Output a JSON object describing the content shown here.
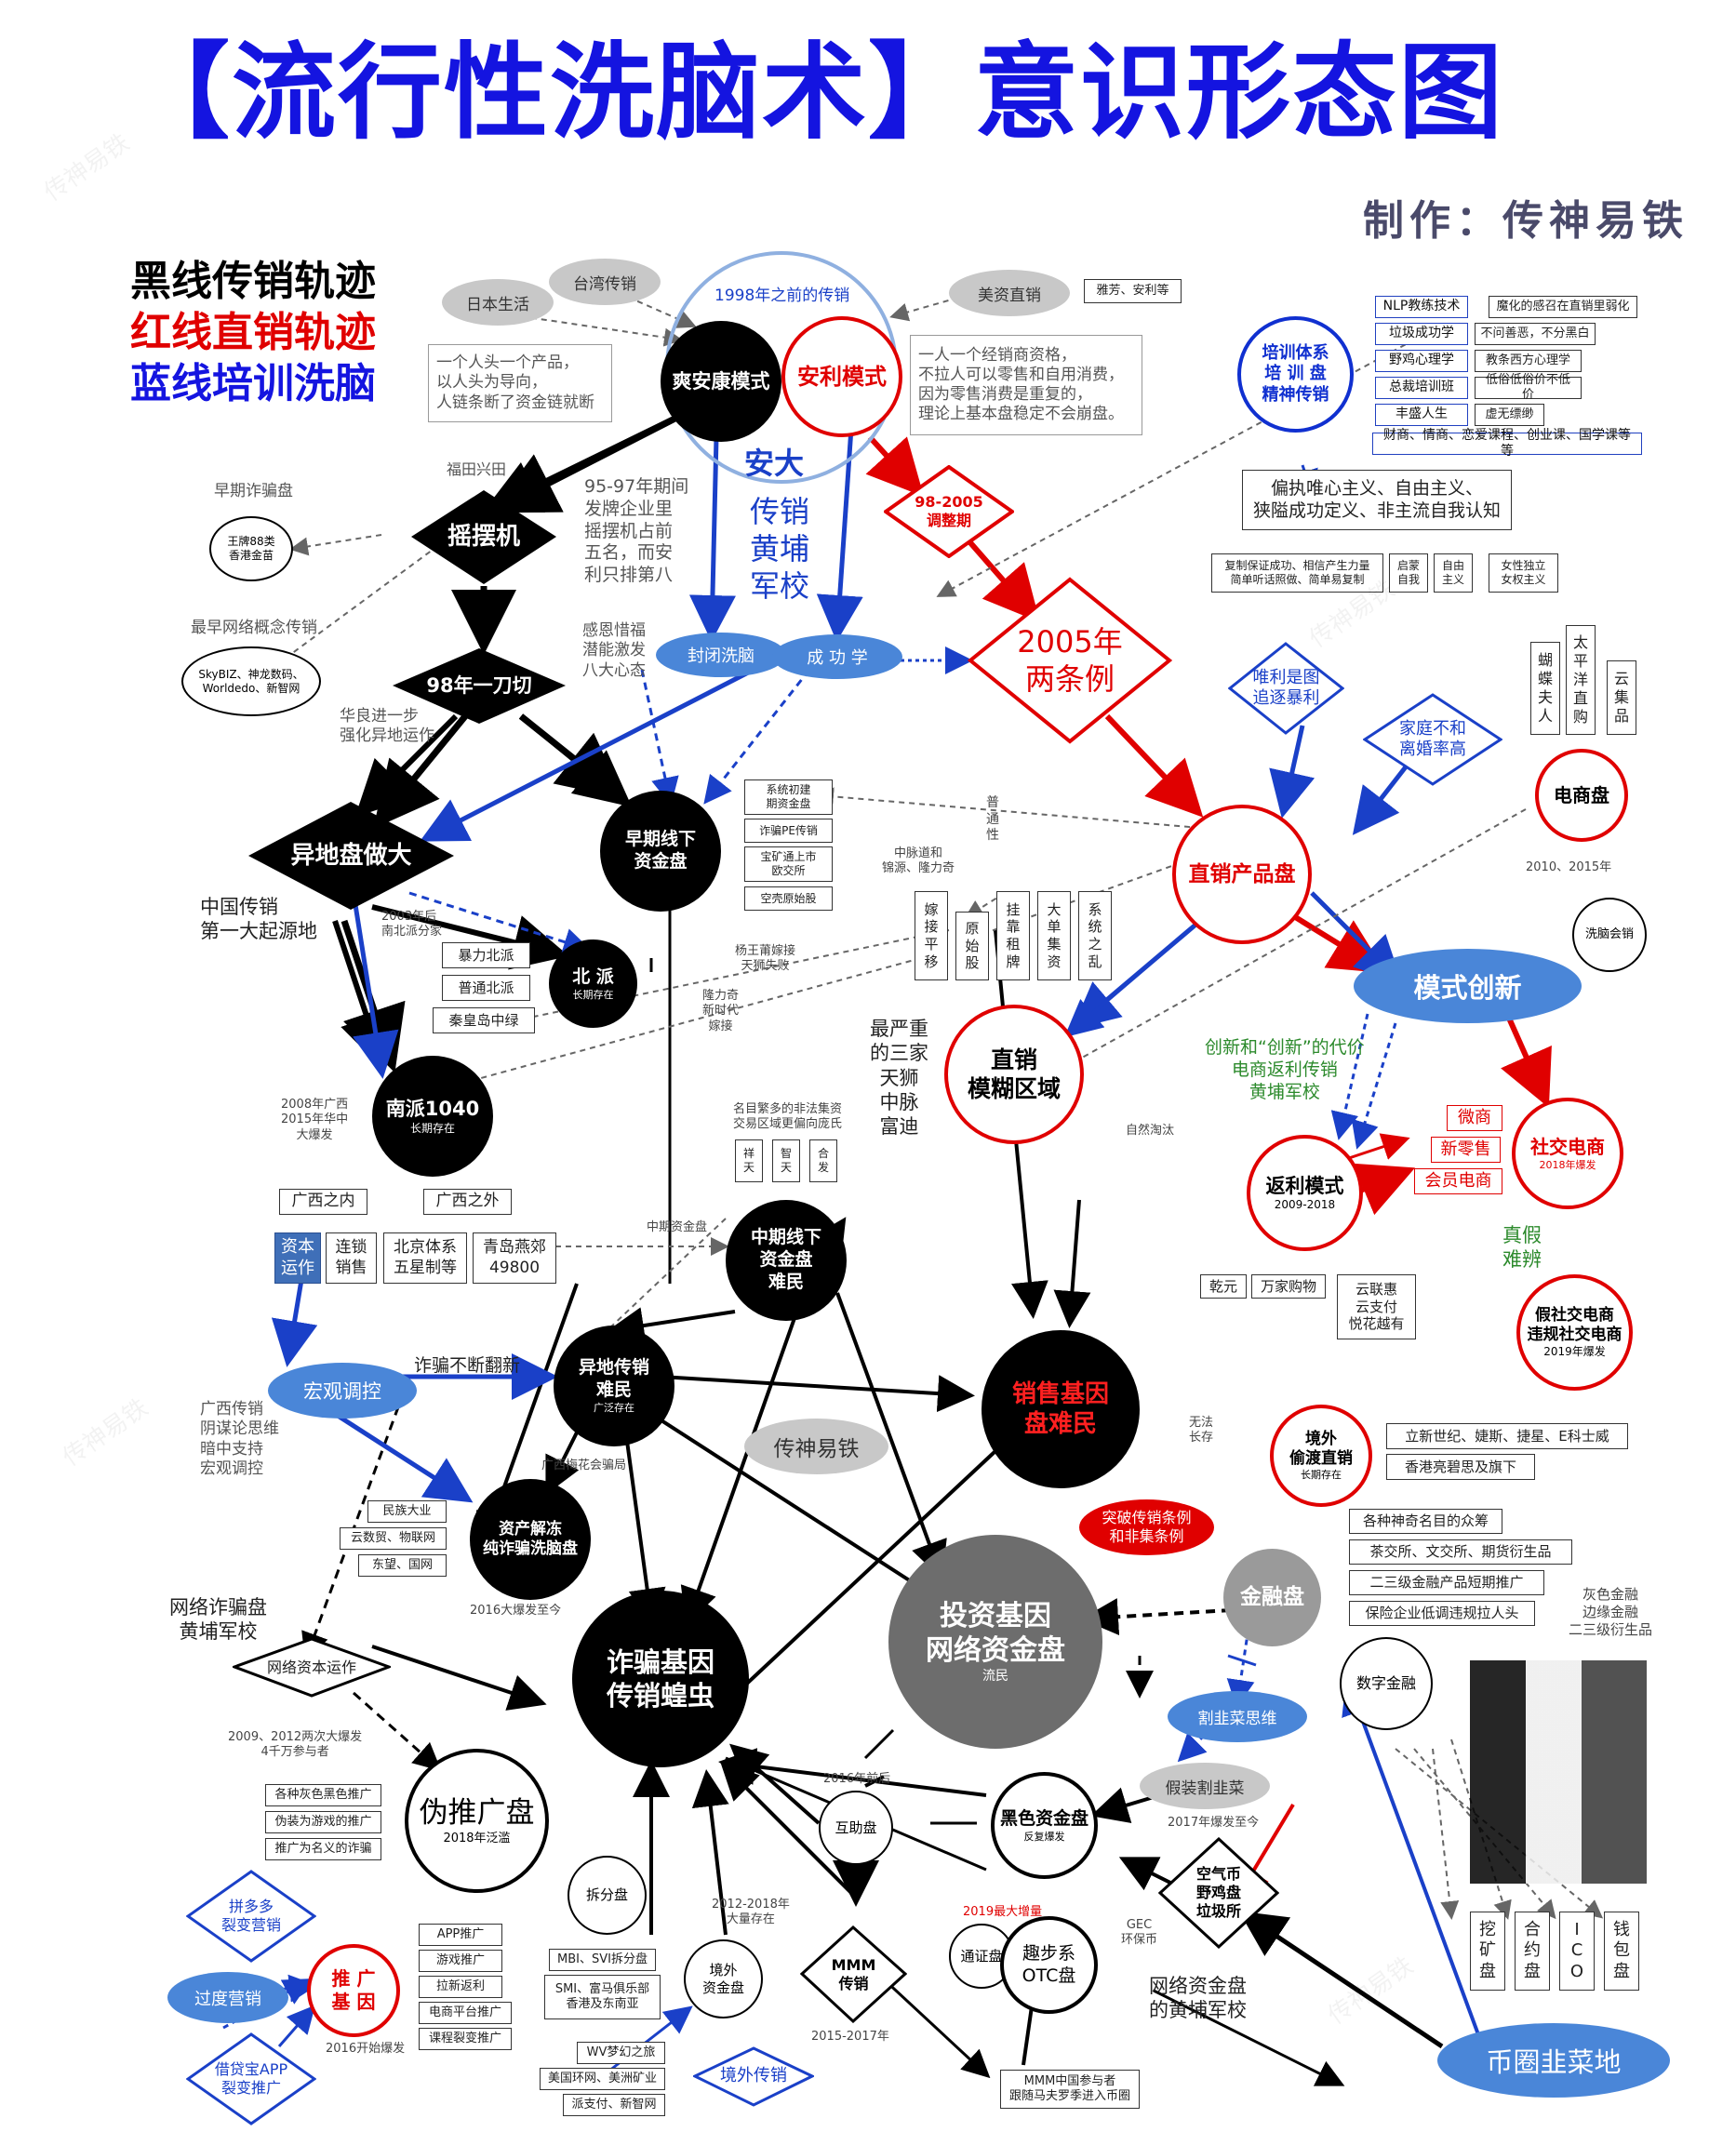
{
  "title": "【流行性洗脑术】意识形态图",
  "author": "制作：传神易铁",
  "legend": {
    "black": "黑线传销轨迹",
    "red": "红线直销轨迹",
    "blue": "蓝线培训洗脑"
  },
  "colors": {
    "black": "#000000",
    "red": "#e00000",
    "blue": "#1a40c8",
    "gray": "#6d6d6d"
  },
  "watermark": "传神易铁",
  "top": {
    "era": "1998年之前的传销",
    "amway": "爽安康模式",
    "anli": "安利模式",
    "anda": "安大",
    "huangpu": "传销\n黄埔\n军校",
    "riben": "日本生活",
    "taiwan": "台湾传销",
    "meizi": "美资直销",
    "yafang": "雅芳、安利等",
    "note_left": "一个人头一个产品，\n以人头为导向，\n人链条断了资金链就断",
    "note_right": "一人一个经销商资格，\n不拉人可以零售和自用消费，\n因为零售消费是重复的，\n理论上基本盘稳定不会崩盘。",
    "fengbi": "封闭洗脑",
    "chenggong": "成 功 学",
    "tiaozheng": "98-2005\n调整期",
    "tiaoli": "2005年\n两条例"
  },
  "left": {
    "fujian": "福田兴田",
    "yaobaiji": "摇摆机",
    "early": "早期诈骗盘",
    "wangpai": "王牌88类\n香港金苗",
    "net": "最早网络概念传销",
    "skybiz": "SkyBIZ、神龙数码、\nWorldedo、新智网",
    "note9597": "95-97年期间\n发牌企业里\n摇摆机占前\n五名，而安\n利只排第八",
    "ganwu": "感恩惜福\n潜能激发\n八大心态",
    "yidao": "98年一刀切",
    "hualiang": "华良进一步\n强化异地运作",
    "yidi": "异地盘做大",
    "zhongguo": "中国传销\n第一大起源地",
    "zaoqi": "早期线下\n资金盘",
    "beipai": "北 派",
    "beipai_sub": "长期存在",
    "nan2003": "2003年后\n南北派分家",
    "baoli": "暴力北派",
    "putong": "普通北派",
    "qinhuang": "秦皇岛中绿",
    "nanpai": "南派1040",
    "nanpai_sub": "长期存在",
    "y2008": "2008年广西\n2015年华中\n大爆发",
    "yangwang": "杨王莆嫁接\n天狮失败",
    "longli": "隆力奇\n新时代\n嫁接"
  },
  "mid": {
    "list1": [
      "系统初建\n期资金盘",
      "诈骗PE传销",
      "宝矿通上市\n欧交所",
      "空壳原始股"
    ],
    "zhongmai": "中脉道和\n锦源、隆力奇",
    "cols": [
      "嫁\n接\n平\n移",
      "原\n始\n股",
      "挂\n靠\n租\n牌",
      "大\n单\n集\n资",
      "系\n统\n之\n乱"
    ],
    "putong": "普\n通\n性",
    "zhixiao_mohu": "直销\n模糊区域",
    "zuiyan": "最严重\n的三家\n天狮\n中脉\n富迪",
    "mingmu": "名目繁多的非法集资\n交易区域更偏向庞氏",
    "three": [
      "祥\n天",
      "智\n天",
      "合\n发"
    ],
    "zhongqi_label": "中期资金盘",
    "zhongqi": "中期线下\n资金盘\n难民",
    "guangxi_in": "广西之内",
    "guangxi_out": "广西之外",
    "ziben": "资本\n运作",
    "liansuo": "连锁\n销售",
    "beijing": "北京体系\n五星制等",
    "qingdao": "青岛燕郊\n49800",
    "zhapian_fanxin": "诈骗不断翻新",
    "yidi_nanmin": "异地传销\n难民",
    "yidi_sub": "广泛存在",
    "hongguan": "宏观调控",
    "guangxi_chuanxiao": "广西传销\n阴谋论思维\n暗中支持\n宏观调控",
    "meihua": "广西梅花会骗局",
    "zichan": "资产解冻\n纯诈骗洗脑盘",
    "zichan_sub": "2016大爆发至今",
    "minzu": "民族大业",
    "yunshu": "云数贸、物联网",
    "dongwang": "东望、国网",
    "wangluo_zp": "网络诈骗盘\n黄埔军校",
    "wangluo_zb": "网络资本运作",
    "y2009": "2009、2012两次大爆发\n4千万参与者",
    "gezhong": [
      "各种灰色黑色推广",
      "伪装为游戏的推广",
      "推广为名义的诈骗"
    ],
    "weitui": "伪推广盘",
    "weitui_sub": "2018年泛滥",
    "zhapian_jiyin": "诈骗基因\n传销蝗虫",
    "chuanshen": "传神易铁"
  },
  "right": {
    "nlp": [
      "NLP教练技术",
      "垃圾成功学",
      "野鸡心理学",
      "总裁培训班",
      "丰盛人生"
    ],
    "nlp_out": [
      "魔化的感召在直销里弱化",
      "不问善恶，不分黑白",
      "教条西方心理学",
      "低俗低俗价不低价",
      "虚无缥缈"
    ],
    "caifu": "财商、情商、恋爱课程、创业课、国学课等等",
    "peixun": "培训体系\n培 训 盘\n精神传销",
    "pianzhi": "偏执唯心主义、自由主义、\n狭隘成功定义、非主流自我认知",
    "small": [
      "复制保证成功、相信产生力量\n简单听话照做、简单易复制",
      "启蒙\n自我",
      "自由\n主义",
      "女性独立\n女权主义"
    ],
    "weili": "唯利是图\n追逐暴利",
    "jiating": "家庭不和\n离婚率高",
    "vcols": [
      "蝴\n蝶\n夫\n人",
      "太\n平\n洋\n直\n购",
      "云\n集\n品"
    ],
    "dianshang": "电商盘",
    "y2010": "2010、2015年",
    "zhixiao_chanpin": "直销产品盘",
    "xinao": "洗脑会销",
    "moshi": "模式创新",
    "chuangxin": "创新和“创新”的代价\n电商返利传销\n黄埔军校",
    "weishang": "微商",
    "xinlingshou": "新零售",
    "huiyuan": "会员电商",
    "shejiao": "社交电商",
    "shejiao_sub": "2018年爆发",
    "fanli": "返利模式",
    "fanli_sub": "2009-2018",
    "zhenjia": "真假\n难辨",
    "jia_shejiao": "假社交电商\n违规社交电商",
    "jia_sub": "2019年爆发",
    "ziran": "自然淘汰",
    "qian": [
      "乾元",
      "万家购物",
      "云联惠\n云支付\n悦花越有"
    ],
    "xiaoshou": "销售基因\n盘难民",
    "jingwai": "境外\n偷渡直销",
    "jingwai_sub": "长期存在",
    "wufa": "无法\n长存",
    "lixin": "立新世纪、婕斯、捷星、E科士威",
    "xianggang": "香港亮碧思及旗下",
    "tupo": "突破传销条例\n和非集条例",
    "jinrong": "金融盘",
    "jinrong_list": [
      "各种神奇名目的众筹",
      "茶交所、文交所、期货衍生品",
      "二三级金融产品短期推广",
      "保险企业低调违规拉人头"
    ],
    "huise": "灰色金融\n边缘金融\n二三级衍生品",
    "shuzi": "数字金融",
    "touzi": "投资基因\n网络资金盘",
    "touzi_sub": "流民",
    "gecai": "割韭菜思维",
    "jiazhuang": "假装割韭菜",
    "heise": "黑色资金盘",
    "heise_sub": "反复爆发",
    "y2017": "2017年爆发至今",
    "kongqi": "空气币\n野鸡盘\n垃圾所",
    "wakuang": [
      "挖\n矿\n盘",
      "合\n约\n盘",
      "I\nC\nO",
      "钱\n包\n盘"
    ],
    "bicircle": "币圈韭菜地",
    "gec": "GEC\n环保币",
    "wangluo_zjp": "网络资金盘\n的黄埔军校"
  },
  "bottom": {
    "pinduoduo": "拼多多\n裂变营销",
    "guodu": "过度营销",
    "jiedai": "借贷宝APP\n裂变推广",
    "tuiguang": "推 广\n基 因",
    "tuiguang_sub": "2016开始爆发",
    "app": [
      "APP推广",
      "游戏推广",
      "拉新返利",
      "电商平台推广",
      "课程裂变推广"
    ],
    "chaifen": "拆分盘",
    "mbi": [
      "MBI、SVI拆分盘",
      "SMI、富马俱乐部\n香港及东南亚"
    ],
    "y2016q": "2016年前后",
    "huzhu": "互助盘",
    "y2012": "2012-2018年\n大量存在",
    "jingwai_zj": "境外\n资金盘",
    "mmm": "MMM\n传销",
    "mmm_sub": "2015-2017年",
    "wv": [
      "WV梦幻之旅",
      "美国环网、美洲矿业",
      "派支付、新智网"
    ],
    "jingwai_cx": "境外传销",
    "mmm_cn": "MMM中国参与者\n跟随马夫罗季进入币圈",
    "y2019": "2019最大增量",
    "tongzheng": "通证盘",
    "qubu": "趣步系\nOTC盘"
  }
}
